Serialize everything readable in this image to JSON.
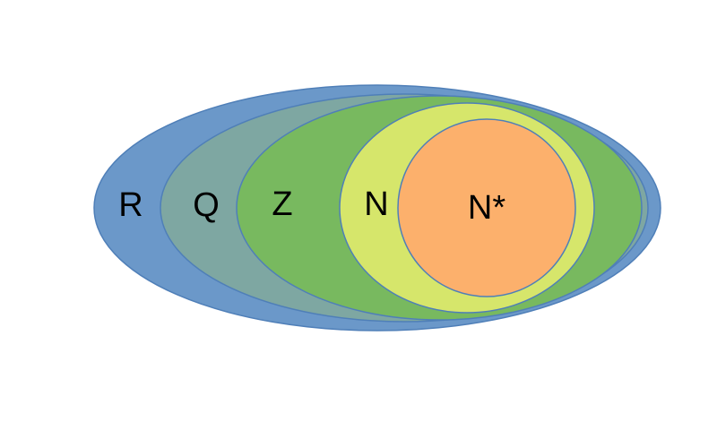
{
  "diagram": {
    "sets": [
      {
        "key": "R",
        "label": "R",
        "fill": "#6b98c9",
        "stroke": "#4f7fb8"
      },
      {
        "key": "Q",
        "label": "Q",
        "fill": "#7ea7a2",
        "stroke": "#4f7fb8"
      },
      {
        "key": "Z",
        "label": "Z",
        "fill": "#78b95f",
        "stroke": "#4f7fb8"
      },
      {
        "key": "N",
        "label": "N",
        "fill": "#d6e66b",
        "stroke": "#4f7fb8"
      },
      {
        "key": "Nstar",
        "label": "N*",
        "fill": "#fcb06c",
        "stroke": "#4f7fb8"
      }
    ]
  }
}
